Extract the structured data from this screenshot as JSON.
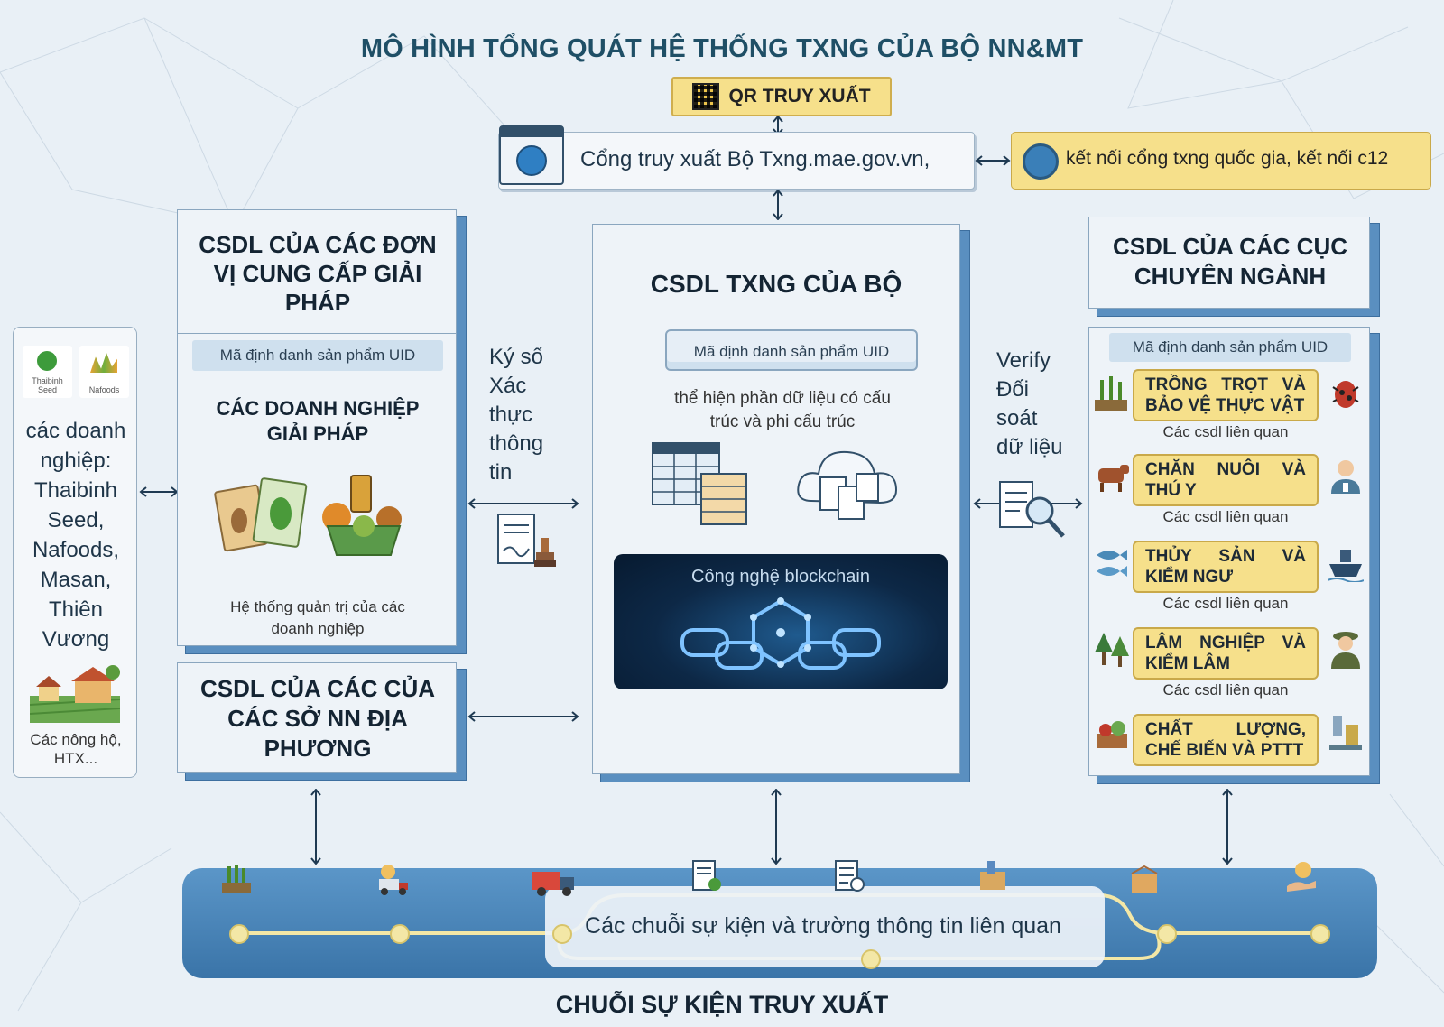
{
  "title": "MÔ HÌNH TỔNG QUÁT HỆ THỐNG TXNG CỦA BỘ NN&MT",
  "qr": {
    "label": "QR TRUY XUẤT",
    "icon": "qr-code-icon"
  },
  "portal": {
    "label": "Cổng truy xuất Bộ Txng.mae.gov.vn,",
    "icon": "browser-globe-icon"
  },
  "connect": {
    "label": "kết nối cổng txng quốc gia, kết nối c12",
    "icon": "globe-icon"
  },
  "left_column": {
    "logos": [
      "Thaibinh Seed",
      "Nafoods"
    ],
    "text": "các doanh nghiệp: Thaibinh Seed, Nafoods, Masan, Thiên Vương",
    "footer": "Các nông hộ, HTX..."
  },
  "solution_db": {
    "title": "CSDL CỦA CÁC ĐƠN VỊ CUNG CẤP GIẢI PHÁP",
    "uid": "Mã định danh sản phẩm UID",
    "subtitle": "CÁC DOANH NGHIỆP GIẢI PHÁP",
    "footer": "Hệ thống quản trị của các doanh nghiệp"
  },
  "local_db": {
    "title": "CSDL CỦA CÁC CỦA CÁC SỞ NN ĐỊA PHƯƠNG"
  },
  "sign_label": "Ký số Xác thực thông tin",
  "verify_label": "Verify Đối soát dữ liệu",
  "central_db": {
    "title": "CSDL TXNG CỦA BỘ",
    "uid": "Mã định danh sản phẩm UID",
    "desc": "thể hiện phần dữ liệu có cấu trúc và phi cấu trúc",
    "blockchain": "Công nghệ blockchain"
  },
  "dept_db": {
    "title": "CSDL CỦA CÁC CỤC CHUYÊN NGÀNH",
    "uid": "Mã định danh sản phẩm UID",
    "categories": [
      {
        "label": "TRỒNG TRỌT VÀ BẢO VỆ THỰC VẬT",
        "sub": "Các csdl liên quan"
      },
      {
        "label": "CHĂN NUÔI VÀ THÚ Y",
        "sub": "Các csdl liên quan"
      },
      {
        "label": "THỦY SẢN VÀ KIỂM NGƯ",
        "sub": "Các csdl liên quan"
      },
      {
        "label": "LÂM NGHIỆP VÀ KIỂM LÂM",
        "sub": "Các csdl liên quan"
      },
      {
        "label": "CHẤT LƯỢNG, CHẾ BIẾN VÀ PTTT",
        "sub": ""
      }
    ]
  },
  "timeline": {
    "label": "Các chuỗi sự kiện và trường thông tin liên quan"
  },
  "bottom_title": "CHUỖI SỰ KIỆN TRUY XUẤT",
  "colors": {
    "yellow": "#f6e08b",
    "panel_shadow": "#5a8fc0",
    "timeline": "#3a74a8"
  }
}
